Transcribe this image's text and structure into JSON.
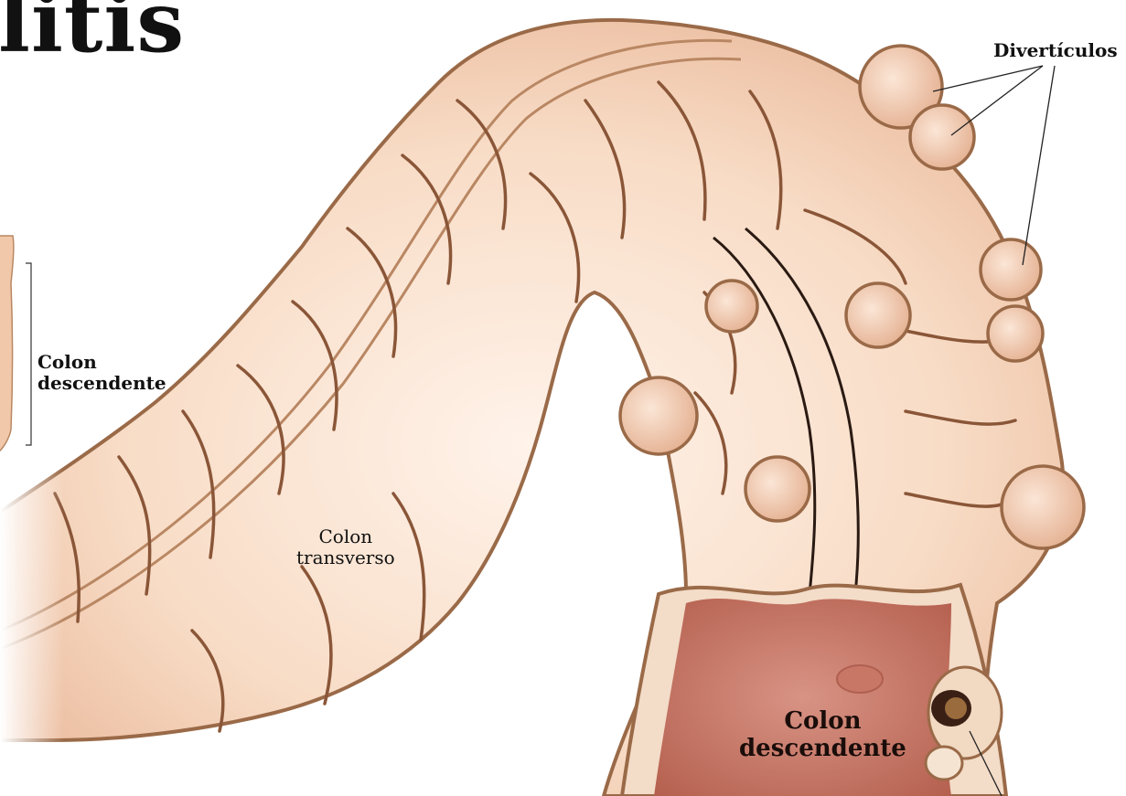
{
  "title": "litis",
  "labels": {
    "diverticulos": "Divertículos",
    "colon_descendente_small": [
      "Colon",
      "descendente"
    ],
    "colon_transverso": [
      "Colon",
      "transverso"
    ],
    "colon_descendente_big": [
      "Colon",
      "descendente"
    ]
  },
  "colors": {
    "colon_fill": "#f6d6bd",
    "colon_outline": "#9a6a48",
    "inner_tissue": "#c97a68",
    "dark_fold": "#2a1a12"
  },
  "icons": [
    "diverticulum-pouch-icon",
    "colon-outline-thumbnail-icon"
  ]
}
